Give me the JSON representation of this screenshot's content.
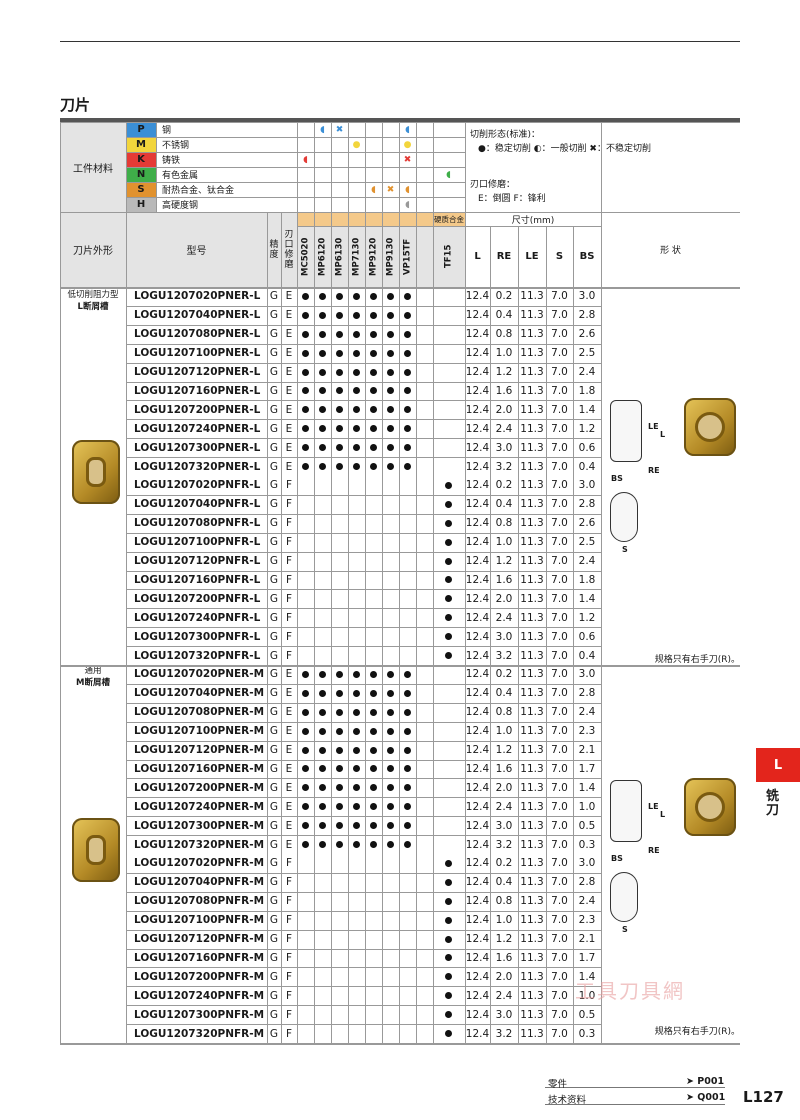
{
  "page_title": "刀片",
  "header": {
    "workpiece_material": "工件材料",
    "materials": [
      {
        "code": "P",
        "name": "钢",
        "color": "#3b8fd6"
      },
      {
        "code": "M",
        "name": "不锈钢",
        "color": "#f2d53c"
      },
      {
        "code": "K",
        "name": "铸铁",
        "color": "#e43b36"
      },
      {
        "code": "N",
        "name": "有色金属",
        "color": "#3fae49"
      },
      {
        "code": "S",
        "name": "耐热合金、钛合金",
        "color": "#e1922f"
      },
      {
        "code": "H",
        "name": "高硬度钢",
        "color": "#b9b9b9"
      }
    ],
    "cutting_mode_title": "切削形态(标准)：",
    "cutting_mode_legend": "●：稳定切削  ◐：一般切削  ✖：不稳定切削",
    "edge_title": "刃口修磨：",
    "edge_legend": "E：倒圆  F：锋利",
    "insert_shape": "刀片外形",
    "model": "型号",
    "precision": "精度",
    "edge_prep": "刃口修磨",
    "coated_group": "",
    "carbide_group": "硬质合金",
    "size_title": "尺寸(mm)",
    "shape": "形 状",
    "grades": [
      "MC5020",
      "MP6120",
      "MP6130",
      "MP7130",
      "MP9120",
      "MP9130",
      "VP15TF",
      "TF15"
    ],
    "dims": [
      "L",
      "RE",
      "LE",
      "S",
      "BS"
    ]
  },
  "group_labels": [
    "低切削阻力型",
    "L断屑槽",
    "通用",
    "M断屑槽"
  ],
  "right_hand_note": "规格只有右手刀(R)。",
  "rows": [
    {
      "pn": "LOGU1207020PNER-L",
      "g": "G",
      "e": "E",
      "k": "c",
      "d": [
        "12.4",
        "0.2",
        "11.3",
        "7.0",
        "3.0"
      ]
    },
    {
      "pn": "LOGU1207040PNER-L",
      "g": "G",
      "e": "E",
      "k": "c",
      "d": [
        "12.4",
        "0.4",
        "11.3",
        "7.0",
        "2.8"
      ]
    },
    {
      "pn": "LOGU1207080PNER-L",
      "g": "G",
      "e": "E",
      "k": "c",
      "d": [
        "12.4",
        "0.8",
        "11.3",
        "7.0",
        "2.6"
      ]
    },
    {
      "pn": "LOGU1207100PNER-L",
      "g": "G",
      "e": "E",
      "k": "c",
      "d": [
        "12.4",
        "1.0",
        "11.3",
        "7.0",
        "2.5"
      ]
    },
    {
      "pn": "LOGU1207120PNER-L",
      "g": "G",
      "e": "E",
      "k": "c",
      "d": [
        "12.4",
        "1.2",
        "11.3",
        "7.0",
        "2.4"
      ]
    },
    {
      "pn": "LOGU1207160PNER-L",
      "g": "G",
      "e": "E",
      "k": "c",
      "d": [
        "12.4",
        "1.6",
        "11.3",
        "7.0",
        "1.8"
      ]
    },
    {
      "pn": "LOGU1207200PNER-L",
      "g": "G",
      "e": "E",
      "k": "c",
      "d": [
        "12.4",
        "2.0",
        "11.3",
        "7.0",
        "1.4"
      ]
    },
    {
      "pn": "LOGU1207240PNER-L",
      "g": "G",
      "e": "E",
      "k": "c",
      "d": [
        "12.4",
        "2.4",
        "11.3",
        "7.0",
        "1.2"
      ]
    },
    {
      "pn": "LOGU1207300PNER-L",
      "g": "G",
      "e": "E",
      "k": "c",
      "d": [
        "12.4",
        "3.0",
        "11.3",
        "7.0",
        "0.6"
      ]
    },
    {
      "pn": "LOGU1207320PNER-L",
      "g": "G",
      "e": "E",
      "k": "c",
      "d": [
        "12.4",
        "3.2",
        "11.3",
        "7.0",
        "0.4"
      ]
    },
    {
      "pn": "LOGU1207020PNFR-L",
      "g": "G",
      "e": "F",
      "k": "t",
      "d": [
        "12.4",
        "0.2",
        "11.3",
        "7.0",
        "3.0"
      ]
    },
    {
      "pn": "LOGU1207040PNFR-L",
      "g": "G",
      "e": "F",
      "k": "t",
      "d": [
        "12.4",
        "0.4",
        "11.3",
        "7.0",
        "2.8"
      ]
    },
    {
      "pn": "LOGU1207080PNFR-L",
      "g": "G",
      "e": "F",
      "k": "t",
      "d": [
        "12.4",
        "0.8",
        "11.3",
        "7.0",
        "2.6"
      ]
    },
    {
      "pn": "LOGU1207100PNFR-L",
      "g": "G",
      "e": "F",
      "k": "t",
      "d": [
        "12.4",
        "1.0",
        "11.3",
        "7.0",
        "2.5"
      ]
    },
    {
      "pn": "LOGU1207120PNFR-L",
      "g": "G",
      "e": "F",
      "k": "t",
      "d": [
        "12.4",
        "1.2",
        "11.3",
        "7.0",
        "2.4"
      ]
    },
    {
      "pn": "LOGU1207160PNFR-L",
      "g": "G",
      "e": "F",
      "k": "t",
      "d": [
        "12.4",
        "1.6",
        "11.3",
        "7.0",
        "1.8"
      ]
    },
    {
      "pn": "LOGU1207200PNFR-L",
      "g": "G",
      "e": "F",
      "k": "t",
      "d": [
        "12.4",
        "2.0",
        "11.3",
        "7.0",
        "1.4"
      ]
    },
    {
      "pn": "LOGU1207240PNFR-L",
      "g": "G",
      "e": "F",
      "k": "t",
      "d": [
        "12.4",
        "2.4",
        "11.3",
        "7.0",
        "1.2"
      ]
    },
    {
      "pn": "LOGU1207300PNFR-L",
      "g": "G",
      "e": "F",
      "k": "t",
      "d": [
        "12.4",
        "3.0",
        "11.3",
        "7.0",
        "0.6"
      ]
    },
    {
      "pn": "LOGU1207320PNFR-L",
      "g": "G",
      "e": "F",
      "k": "t",
      "d": [
        "12.4",
        "3.2",
        "11.3",
        "7.0",
        "0.4"
      ]
    },
    {
      "pn": "LOGU1207020PNER-M",
      "g": "G",
      "e": "E",
      "k": "c",
      "d": [
        "12.4",
        "0.2",
        "11.3",
        "7.0",
        "3.0"
      ]
    },
    {
      "pn": "LOGU1207040PNER-M",
      "g": "G",
      "e": "E",
      "k": "c",
      "d": [
        "12.4",
        "0.4",
        "11.3",
        "7.0",
        "2.8"
      ]
    },
    {
      "pn": "LOGU1207080PNER-M",
      "g": "G",
      "e": "E",
      "k": "c",
      "d": [
        "12.4",
        "0.8",
        "11.3",
        "7.0",
        "2.4"
      ]
    },
    {
      "pn": "LOGU1207100PNER-M",
      "g": "G",
      "e": "E",
      "k": "c",
      "d": [
        "12.4",
        "1.0",
        "11.3",
        "7.0",
        "2.3"
      ]
    },
    {
      "pn": "LOGU1207120PNER-M",
      "g": "G",
      "e": "E",
      "k": "c",
      "d": [
        "12.4",
        "1.2",
        "11.3",
        "7.0",
        "2.1"
      ]
    },
    {
      "pn": "LOGU1207160PNER-M",
      "g": "G",
      "e": "E",
      "k": "c",
      "d": [
        "12.4",
        "1.6",
        "11.3",
        "7.0",
        "1.7"
      ]
    },
    {
      "pn": "LOGU1207200PNER-M",
      "g": "G",
      "e": "E",
      "k": "c",
      "d": [
        "12.4",
        "2.0",
        "11.3",
        "7.0",
        "1.4"
      ]
    },
    {
      "pn": "LOGU1207240PNER-M",
      "g": "G",
      "e": "E",
      "k": "c",
      "d": [
        "12.4",
        "2.4",
        "11.3",
        "7.0",
        "1.0"
      ]
    },
    {
      "pn": "LOGU1207300PNER-M",
      "g": "G",
      "e": "E",
      "k": "c",
      "d": [
        "12.4",
        "3.0",
        "11.3",
        "7.0",
        "0.5"
      ]
    },
    {
      "pn": "LOGU1207320PNER-M",
      "g": "G",
      "e": "E",
      "k": "c",
      "d": [
        "12.4",
        "3.2",
        "11.3",
        "7.0",
        "0.3"
      ]
    },
    {
      "pn": "LOGU1207020PNFR-M",
      "g": "G",
      "e": "F",
      "k": "t",
      "d": [
        "12.4",
        "0.2",
        "11.3",
        "7.0",
        "3.0"
      ]
    },
    {
      "pn": "LOGU1207040PNFR-M",
      "g": "G",
      "e": "F",
      "k": "t",
      "d": [
        "12.4",
        "0.4",
        "11.3",
        "7.0",
        "2.8"
      ]
    },
    {
      "pn": "LOGU1207080PNFR-M",
      "g": "G",
      "e": "F",
      "k": "t",
      "d": [
        "12.4",
        "0.8",
        "11.3",
        "7.0",
        "2.4"
      ]
    },
    {
      "pn": "LOGU1207100PNFR-M",
      "g": "G",
      "e": "F",
      "k": "t",
      "d": [
        "12.4",
        "1.0",
        "11.3",
        "7.0",
        "2.3"
      ]
    },
    {
      "pn": "LOGU1207120PNFR-M",
      "g": "G",
      "e": "F",
      "k": "t",
      "d": [
        "12.4",
        "1.2",
        "11.3",
        "7.0",
        "2.1"
      ]
    },
    {
      "pn": "LOGU1207160PNFR-M",
      "g": "G",
      "e": "F",
      "k": "t",
      "d": [
        "12.4",
        "1.6",
        "11.3",
        "7.0",
        "1.7"
      ]
    },
    {
      "pn": "LOGU1207200PNFR-M",
      "g": "G",
      "e": "F",
      "k": "t",
      "d": [
        "12.4",
        "2.0",
        "11.3",
        "7.0",
        "1.4"
      ]
    },
    {
      "pn": "LOGU1207240PNFR-M",
      "g": "G",
      "e": "F",
      "k": "t",
      "d": [
        "12.4",
        "2.4",
        "11.3",
        "7.0",
        "1.0"
      ]
    },
    {
      "pn": "LOGU1207300PNFR-M",
      "g": "G",
      "e": "F",
      "k": "t",
      "d": [
        "12.4",
        "3.0",
        "11.3",
        "7.0",
        "0.5"
      ]
    },
    {
      "pn": "LOGU1207320PNFR-M",
      "g": "G",
      "e": "F",
      "k": "t",
      "d": [
        "12.4",
        "3.2",
        "11.3",
        "7.0",
        "0.3"
      ]
    }
  ],
  "diagram_labels": {
    "le": "LE",
    "l": "L",
    "re": "RE",
    "bs": "BS",
    "s": "S"
  },
  "side_tab": {
    "letter": "L",
    "text": "铣刀"
  },
  "footer": {
    "parts": "零件",
    "parts_ref": "➤ P001",
    "tech": "技术资料",
    "tech_ref": "➤ Q001",
    "page": "L127"
  },
  "watermark": "工具刀具網"
}
